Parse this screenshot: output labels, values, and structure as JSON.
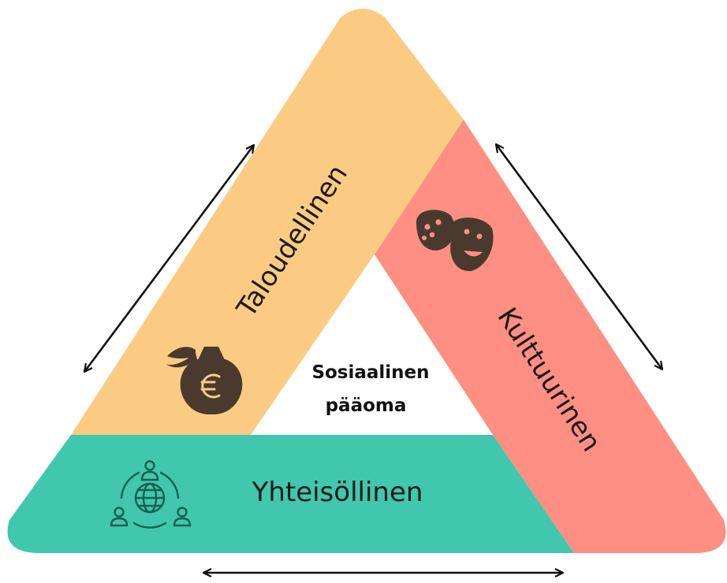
{
  "diagram": {
    "center_label": {
      "line1": "Sosiaalinen",
      "line2": "pääoma"
    },
    "sides": {
      "left": {
        "label": "Taloudellinen",
        "icon": "money-bag-euro-icon",
        "color": "#FCCB83"
      },
      "right": {
        "label": "Kulttuurinen",
        "icon": "theater-masks-icon",
        "color": "#FE8F82"
      },
      "bottom": {
        "label": "Yhteisöllinen",
        "icon": "community-globe-icon",
        "color": "#41C7AE"
      }
    },
    "colors": {
      "icon_dark": "#4A3A2E",
      "icon_teal_dark": "#16604F",
      "arrow": "#111111",
      "center_fill": "#FFFFFF"
    }
  }
}
